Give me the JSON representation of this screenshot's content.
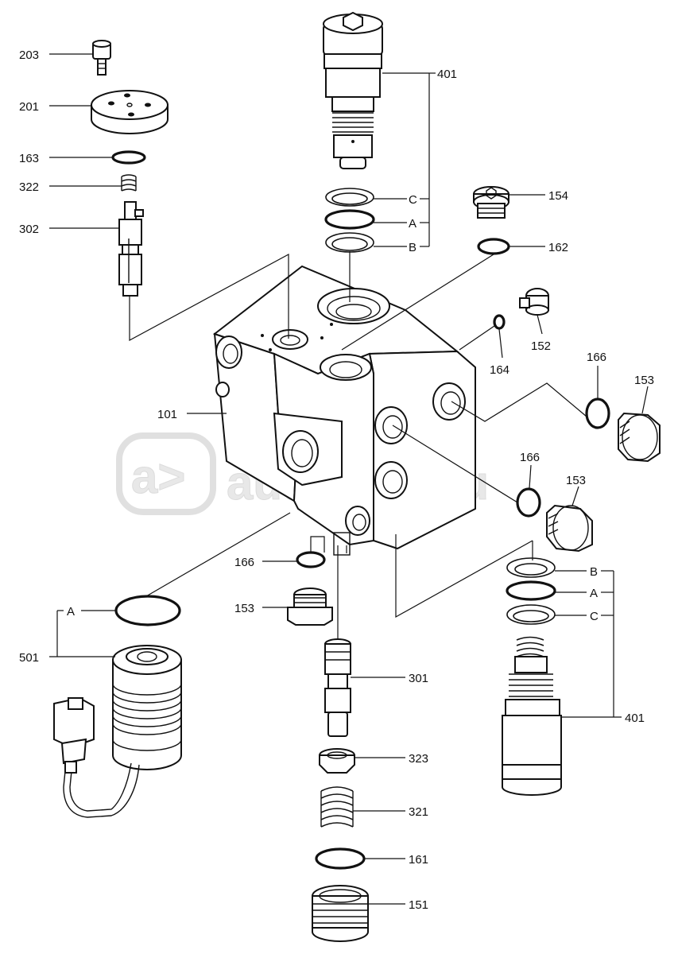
{
  "watermark": {
    "logo_text": "a>",
    "site_text": "autopiter.ru"
  },
  "labels": {
    "l203": "203",
    "l201": "201",
    "l163": "163",
    "l322": "322",
    "l302": "302",
    "l101": "101",
    "l401_top": "401",
    "c_top": "C",
    "a_top": "A",
    "b_top": "B",
    "l154": "154",
    "l162": "162",
    "l152": "152",
    "l164": "164",
    "l166_right": "166",
    "l153_right": "153",
    "l166_mid": "166",
    "l153_mid": "153",
    "l166_left": "166",
    "l153_left": "153",
    "a_left": "A",
    "l501": "501",
    "l301": "301",
    "l323": "323",
    "l321": "321",
    "l161": "161",
    "l151": "151",
    "b_bottom": "B",
    "a_bottom": "A",
    "c_bottom": "C",
    "l401_bottom": "401"
  },
  "colors": {
    "line": "#111111",
    "watermark": "#e8e8e8"
  }
}
